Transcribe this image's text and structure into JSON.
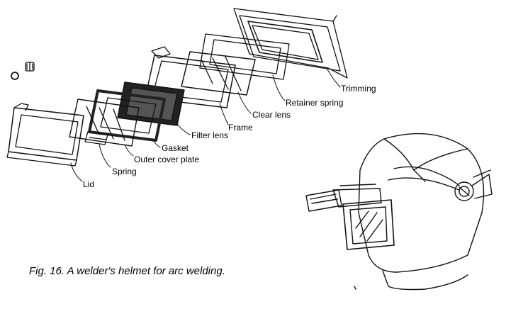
{
  "figure": {
    "caption": "Fig. 16.  A welder's helmet for arc welding.",
    "labels": {
      "trimming": "Trimming",
      "retainer_spring": "Retainer spring",
      "clear_lens": "Clear lens",
      "frame": "Frame",
      "filter_lens": "Filter lens",
      "gasket": "Gasket",
      "outer_cover_plate": "Outer cover plate",
      "spring": "Spring",
      "lid": "Lid"
    },
    "ink_color": "#111111",
    "background_color": "#ffffff"
  }
}
